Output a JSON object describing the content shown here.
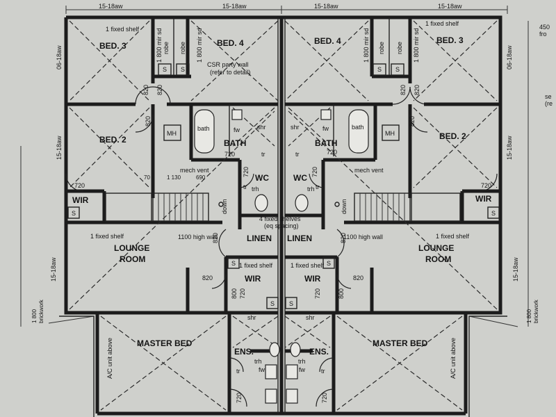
{
  "rooms": {
    "bed3_left": "BED. 3",
    "bed4_left": "BED. 4",
    "bed4_right": "BED. 4",
    "bed3_right": "BED. 3",
    "bed2_left": "BED. 2",
    "bed2_right": "BED. 2",
    "bath_left": "BATH",
    "bath_right": "BATH",
    "wc_left": "WC",
    "wc_right": "WC",
    "wir_left": "WIR",
    "wir_right": "WIR",
    "wir2_left": "WIR",
    "wir2_right": "WIR",
    "linen_left": "LINEN",
    "linen_right": "LINEN",
    "lounge_left_1": "LOUNGE",
    "lounge_left_2": "ROOM",
    "lounge_right_1": "LOUNGE",
    "lounge_right_2": "ROOM",
    "master_left": "MASTER BED",
    "master_right": "MASTER BED",
    "ens_left": "ENS.",
    "ens_right": "ENS."
  },
  "labels": {
    "aw_top_1": "15-18aw",
    "aw_top_2": "15-18aw",
    "aw_top_3": "15-18aw",
    "aw_top_4": "15-18aw",
    "aw_left_1": "06-18aw",
    "aw_left_2": "15-18aw",
    "aw_left_3": "15-18aw",
    "aw_right_1": "06-18aw",
    "aw_right_2": "15-18aw",
    "aw_right_3": "15-18aw",
    "fixed_shelf_top_left": "1 fixed shelf",
    "fixed_shelf_top_right": "1 fixed shelf",
    "robe_1": "robe",
    "robe_2": "robe",
    "robe_3": "robe",
    "robe_4": "robe",
    "mirsd_1": "1 800 mir sd",
    "mirsd_2": "1 800 mir sd",
    "mirsd_3": "1 800 mir sd",
    "mirsd_4": "1 800 mir sd",
    "party_wall_1": "CSR party wall",
    "party_wall_2": "(refer to detail)",
    "s": "S",
    "d820": "820",
    "d720": "720",
    "d800": "800",
    "d70": "70",
    "d1130": "1 130",
    "d690": "690",
    "mh": "MH",
    "bath_fix": "bath",
    "shr": "shr",
    "fw": "fw",
    "tr": "tr",
    "trh": "trh",
    "mech_vent": "mech vent",
    "down": "down",
    "fixed_shelf_wir": "1 fixed shelf",
    "fixed_shelves_linen_1": "4 fixed shelves",
    "fixed_shelves_linen_2": "(eq spacing)",
    "high_wall": "1100 high wall",
    "brickwork_num": "1 800",
    "brickwork": "brickwork",
    "ac_unit": "A/C unit above",
    "edge_450": "450",
    "edge_from": "fro",
    "edge_se": "se",
    "edge_re": "(re"
  }
}
